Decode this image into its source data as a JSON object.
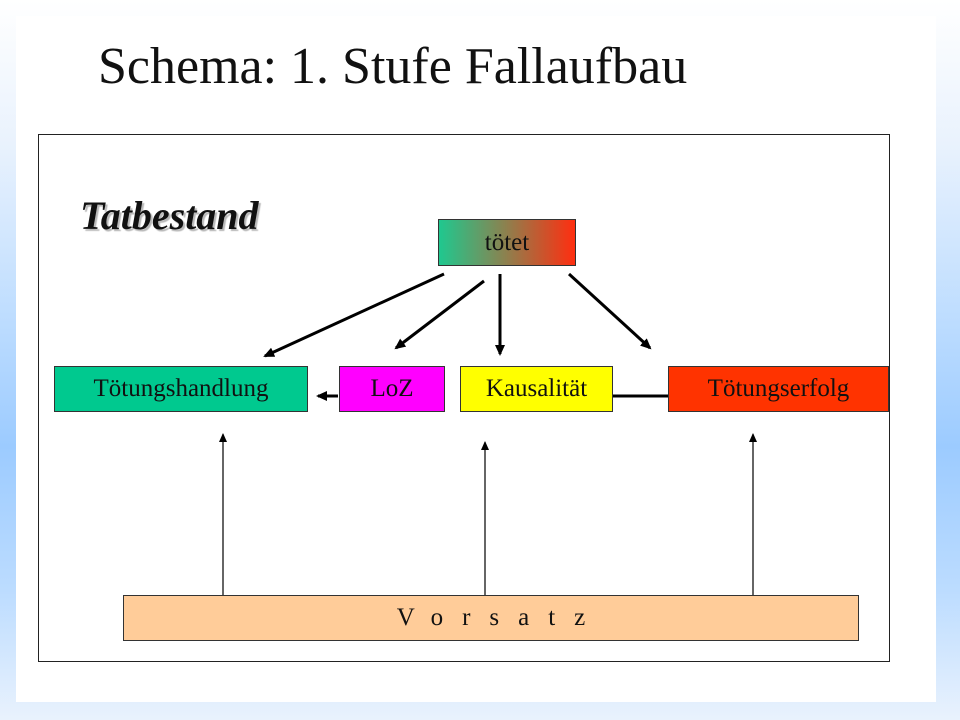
{
  "title": "Schema: 1. Stufe Fallaufbau",
  "subtitle": "Tatbestand",
  "boxes": {
    "toetet": "tötet",
    "toetungshandlung": "Tötungshandlung",
    "loz": "LoZ",
    "kausalitaet": "Kausalität",
    "toetungserfolg": "Tötungserfolg",
    "vorsatz": "Vorsatz"
  },
  "colors": {
    "toetet_gradient": [
      "#1fc88f",
      "#ff2e10"
    ],
    "toetungshandlung": "#00c98f",
    "loz": "#ff00ff",
    "kausalitaet": "#ffff00",
    "toetungserfolg": "#ff3300",
    "vorsatz": "#ffcc99"
  }
}
